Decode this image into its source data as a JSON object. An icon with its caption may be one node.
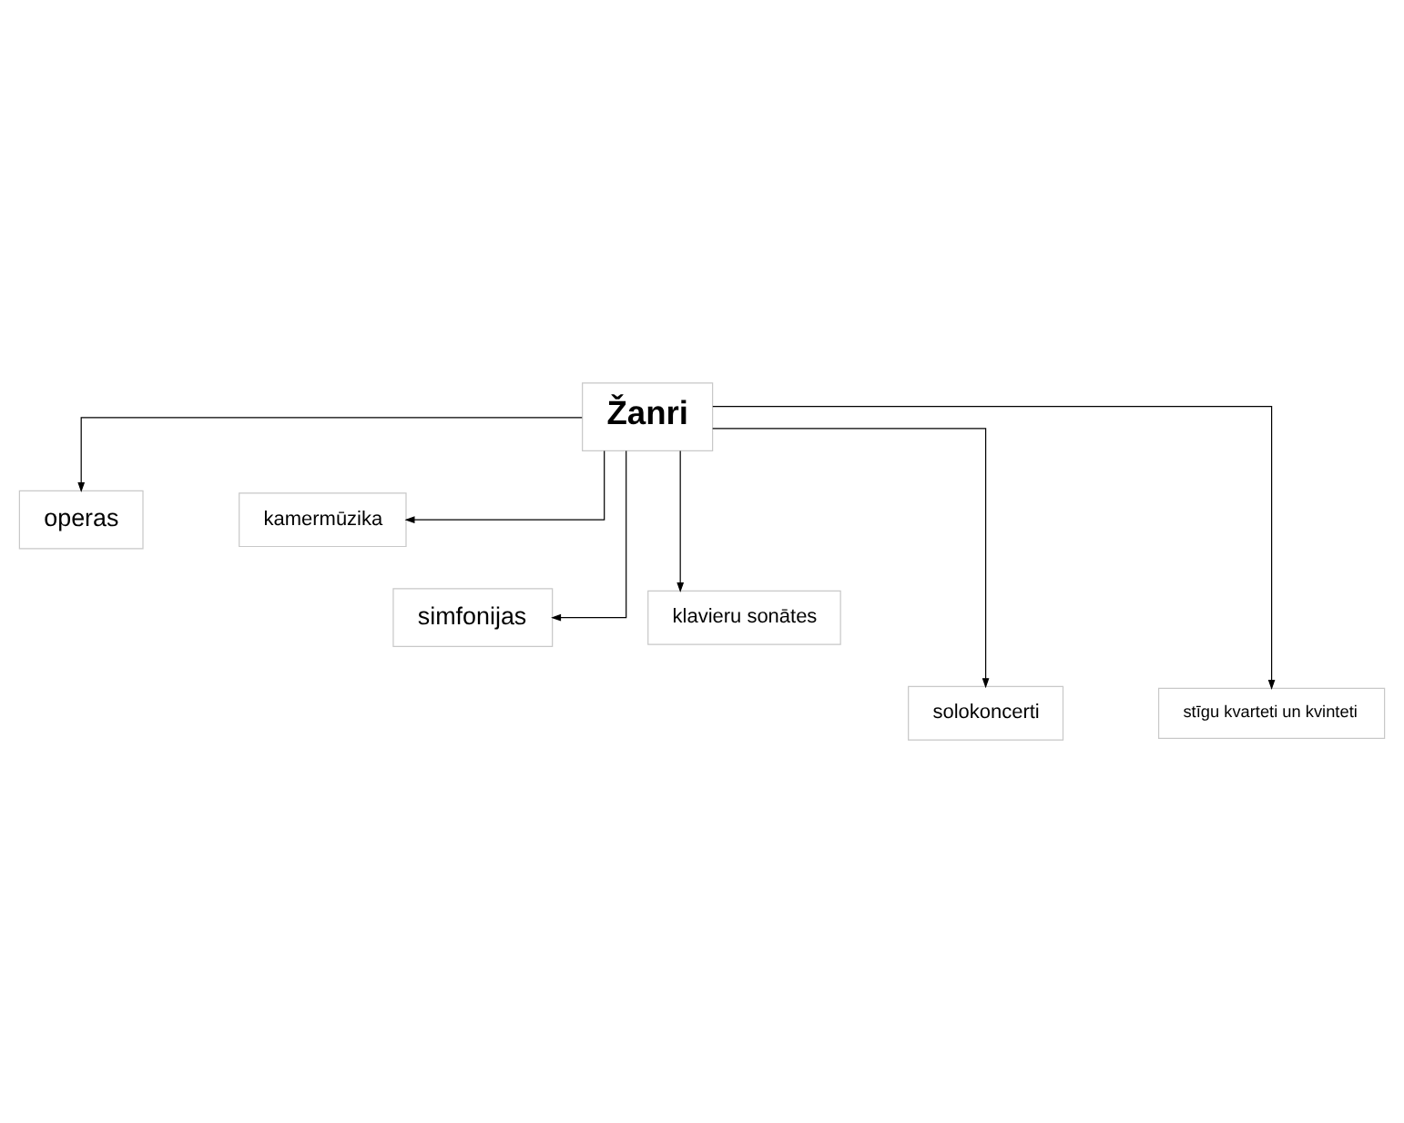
{
  "diagram": {
    "nodes": [
      {
        "text": [
          "Žanri"
        ]
      },
      {
        "text": [
          "operas"
        ]
      },
      {
        "text": [
          "kamermūzika"
        ]
      },
      {
        "text": [
          "simfonijas"
        ]
      },
      {
        "text": [
          "klavieru sonātes"
        ]
      },
      {
        "text": [
          "solokoncerti"
        ]
      },
      {
        "text": [
          "stīgu kvarteti un kvinteti"
        ]
      }
    ],
    "edges": [
      {
        "from": 0,
        "to": 1,
        "arrow": "to"
      },
      {
        "from": 0,
        "to": 2,
        "arrow": "to"
      },
      {
        "from": 0,
        "to": 3,
        "arrow": "to"
      },
      {
        "from": 0,
        "to": 4,
        "arrow": "to"
      },
      {
        "from": 0,
        "to": 5,
        "arrow": "to"
      },
      {
        "from": 0,
        "to": 6,
        "arrow": "to"
      }
    ]
  }
}
